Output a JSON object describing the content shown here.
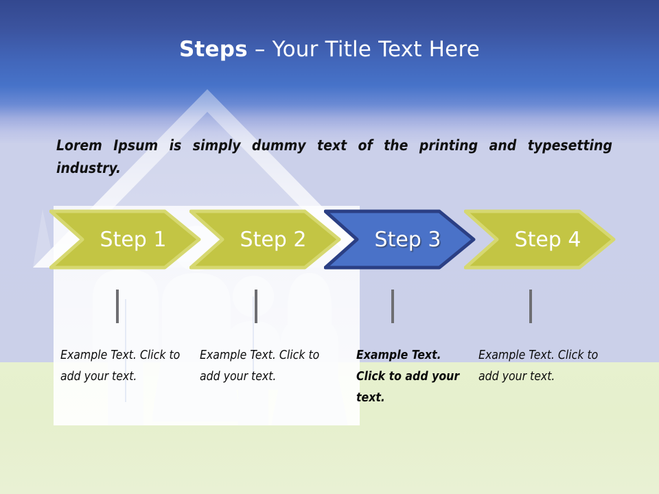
{
  "slide": {
    "title": {
      "bold_part": "Steps",
      "rest": " – Your Title Text Here"
    },
    "body_text": "Lorem Ipsum is simply dummy text of the printing and typesetting industry.",
    "background": {
      "graphic_name": "house-with-family-silhouette",
      "top_gradient_from": "#33488f",
      "top_gradient_to": "#cbd0e9",
      "bottom_band_color": "#e7f1cf",
      "title_band_color": "#4267bb"
    },
    "colors": {
      "arrow_fill": "#c3c544",
      "arrow_border": "#d6d870",
      "arrow_highlight_fill": "#4a72c8",
      "arrow_highlight_border": "#2b3f84",
      "tick_color": "#6e6e72",
      "label_color": "#ffffff",
      "text_color": "#0b0b0b"
    },
    "steps": [
      {
        "label": "Step 1",
        "highlighted": false,
        "caption": "Example Text. Click  to add your text.",
        "caption_bold": false
      },
      {
        "label": "Step 2",
        "highlighted": false,
        "caption": "Example Text. Click  to add your text.",
        "caption_bold": false
      },
      {
        "label": "Step 3",
        "highlighted": true,
        "caption": "Example Text. Click  to add your text.",
        "caption_bold": true
      },
      {
        "label": "Step 4",
        "highlighted": false,
        "caption": "Example Text. Click  to add your text.",
        "caption_bold": false
      }
    ]
  }
}
